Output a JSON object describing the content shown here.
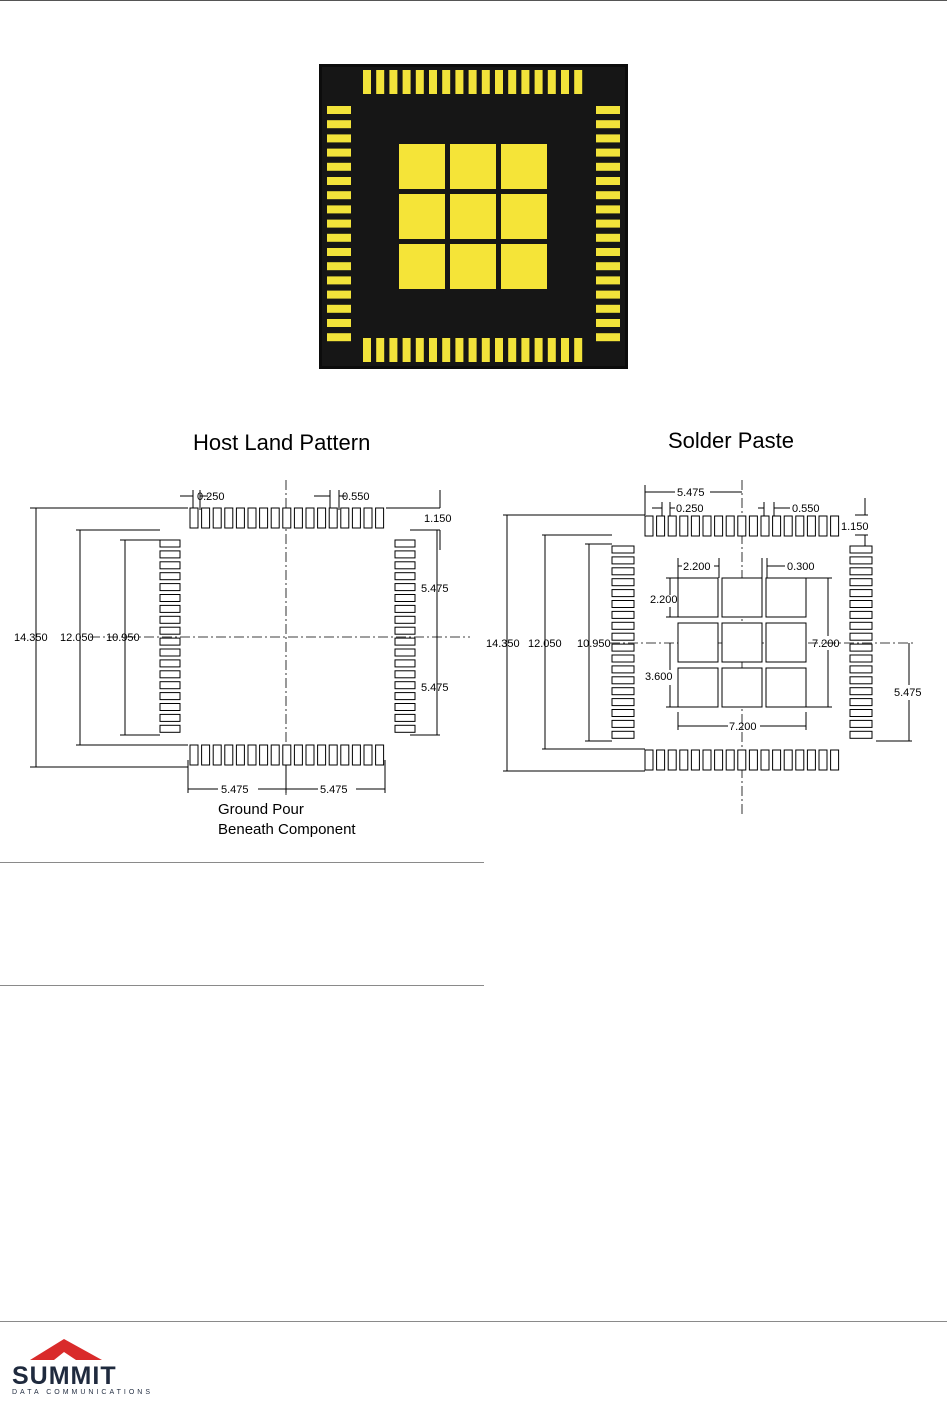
{
  "photo": {
    "description_icon": "module-underside-photo-icon"
  },
  "land_pattern": {
    "title": "Host Land Pattern",
    "dims": {
      "pad_width": "0.250",
      "pad_pitch": "0.550",
      "pad_length": "1.150",
      "outer": "14.350",
      "inner": "12.050",
      "pad_span": "10.950",
      "half_upper": "5.475",
      "half_lower": "5.475",
      "bottom_left": "5.475",
      "bottom_right": "5.475"
    },
    "caption_line1": "Ground Pour",
    "caption_line2": "Beneath Component"
  },
  "solder_paste": {
    "title": "Solder Paste",
    "dims": {
      "top_half": "5.475",
      "pad_width": "0.250",
      "pad_pitch": "0.550",
      "pad_length": "1.150",
      "square": "2.200",
      "gap": "0.300",
      "square_height": "2.200",
      "outer": "14.350",
      "inner": "12.050",
      "pad_span": "10.950",
      "two_squares": "3.600",
      "grid_height": "7.200",
      "grid_width": "7.200",
      "right_half": "5.475"
    }
  },
  "logo": {
    "name": "SUMMIT",
    "subtitle": "DATA COMMUNICATIONS",
    "color": "#d92b2b"
  }
}
